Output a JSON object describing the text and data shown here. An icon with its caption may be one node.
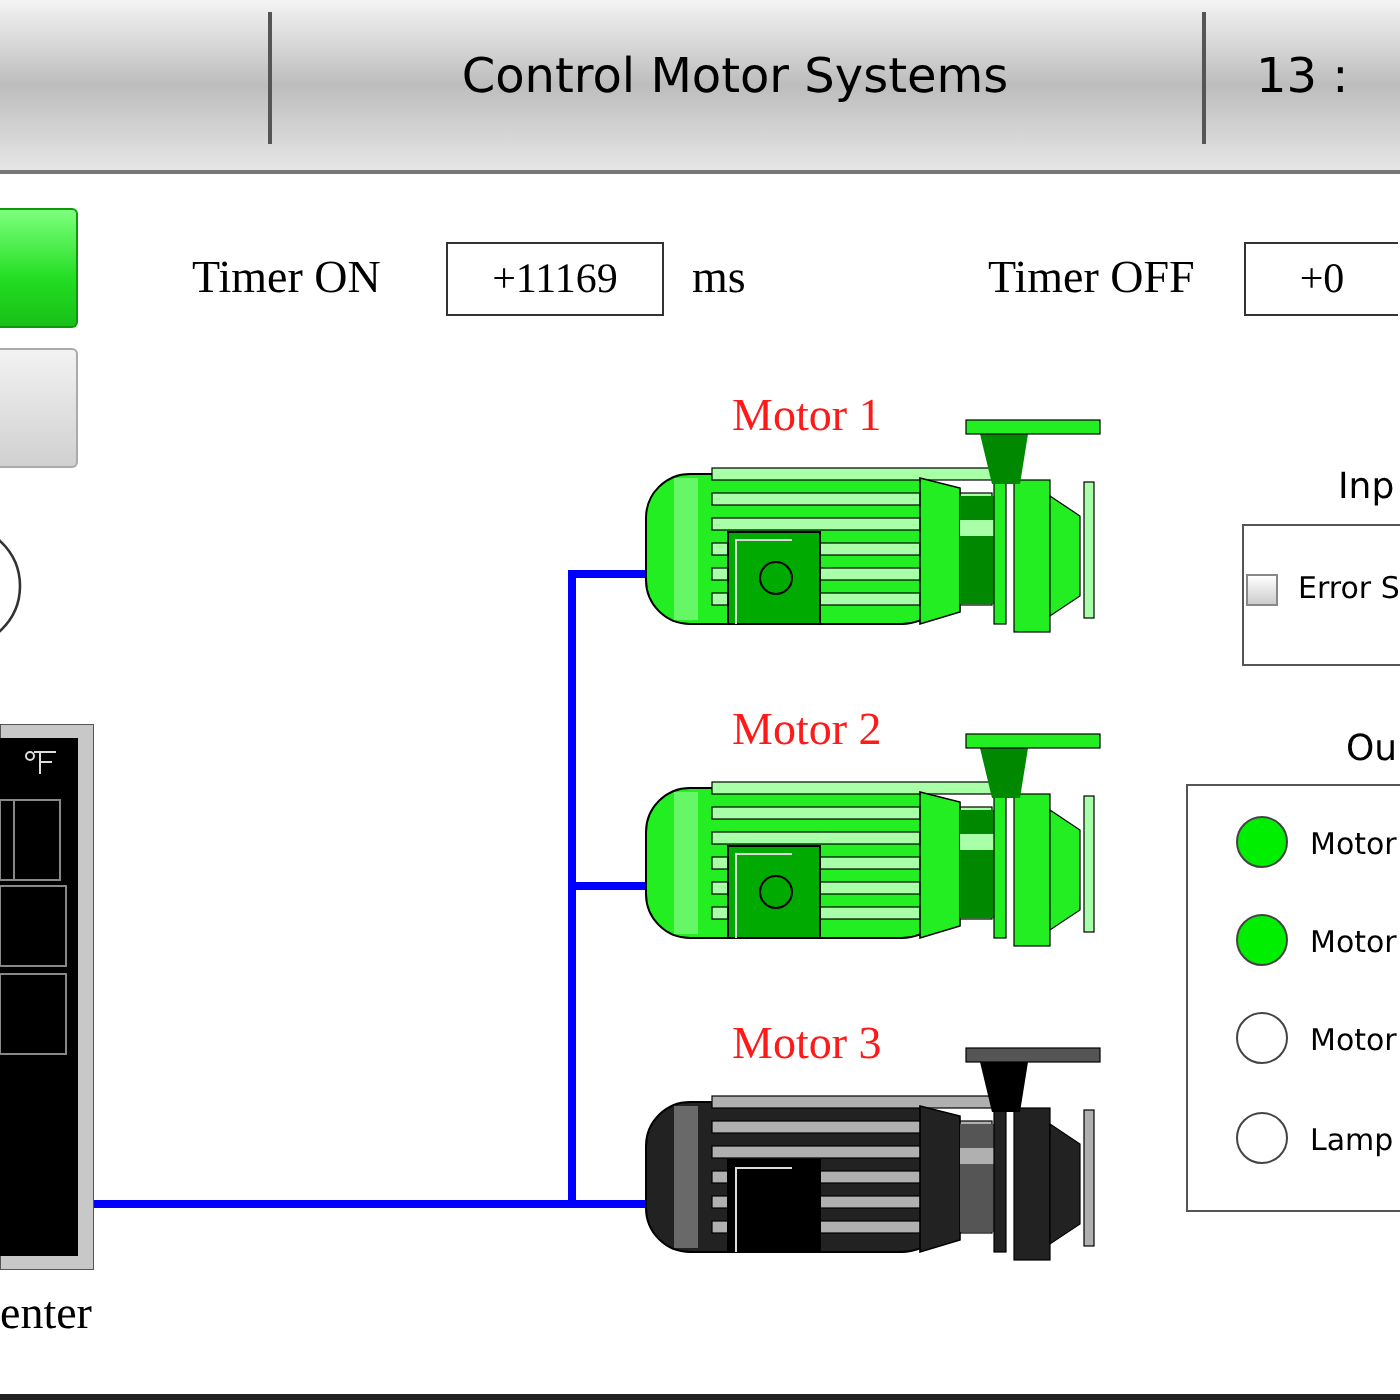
{
  "diagram": {
    "title": "Control Motor Systems",
    "nodes": [
      {
        "text": [],
        "shape": "box"
      },
      {
        "text": [],
        "shape": "box"
      },
      {
        "text": [],
        "shape": "circle"
      },
      {
        "text": [
          "enter"
        ]
      },
      {
        "text": [
          "Motor 1"
        ]
      },
      {
        "text": [
          "Motor 2"
        ]
      },
      {
        "text": [
          "Motor 3"
        ]
      },
      {
        "text": [
          "Inp"
        ]
      },
      {
        "text": [
          "Ou"
        ]
      },
      {
        "text": [],
        "shape": "circle",
        "in": 8,
        "beside": [
          "Motor"
        ]
      },
      {
        "text": [],
        "shape": "circle",
        "in": 8,
        "beside": [
          "Motor"
        ]
      },
      {
        "text": [],
        "shape": "circle",
        "in": 8,
        "beside": [
          "Motor"
        ]
      },
      {
        "text": [],
        "shape": "circle",
        "in": 8,
        "beside": [
          "Lamp"
        ]
      }
    ],
    "edges": [
      {
        "from": 3,
        "to": 4,
        "arrow": "none"
      },
      {
        "from": 3,
        "to": 5,
        "arrow": "none"
      },
      {
        "from": 3,
        "to": 6,
        "arrow": "none"
      }
    ],
    "labels": [
      "13 :",
      "Timer ON",
      "+11169",
      "ms",
      "Timer OFF",
      "+0",
      "Error S"
    ]
  }
}
